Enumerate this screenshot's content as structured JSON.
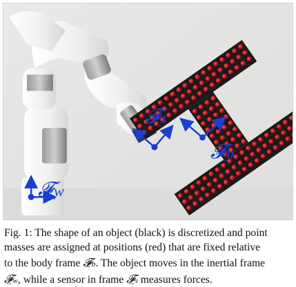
{
  "figure": {
    "frame_labels": {
      "w": {
        "symbol": "𝓕",
        "sub": "w"
      },
      "s": {
        "symbol": "𝓕",
        "sub": "s"
      },
      "b": {
        "symbol": "𝓕",
        "sub": "b"
      }
    },
    "arrow_glyph": "→",
    "colors": {
      "frame_blue": "#1a3fd1",
      "point_mass_red": "#c8161b",
      "object_black": "#1b1b1b",
      "robot_white": "#f1f1ef",
      "background": "#eaeae8"
    }
  },
  "caption": {
    "line1": "Fig. 1: The shape of an object (black) is discretized and point",
    "line2": "masses are assigned at positions (red) that are fixed relative",
    "line3_a": "to the body frame ",
    "line3_b": ". The object moves in the inertial frame",
    "line4_b": ", while a sensor in frame ",
    "line4_c": " measures forces.",
    "sym_b": "𝓕",
    "sub_b": "b",
    "sym_w": "𝓕",
    "sub_w": "w",
    "sym_s": "𝓕",
    "sub_s": "s",
    "arrow": "→"
  }
}
